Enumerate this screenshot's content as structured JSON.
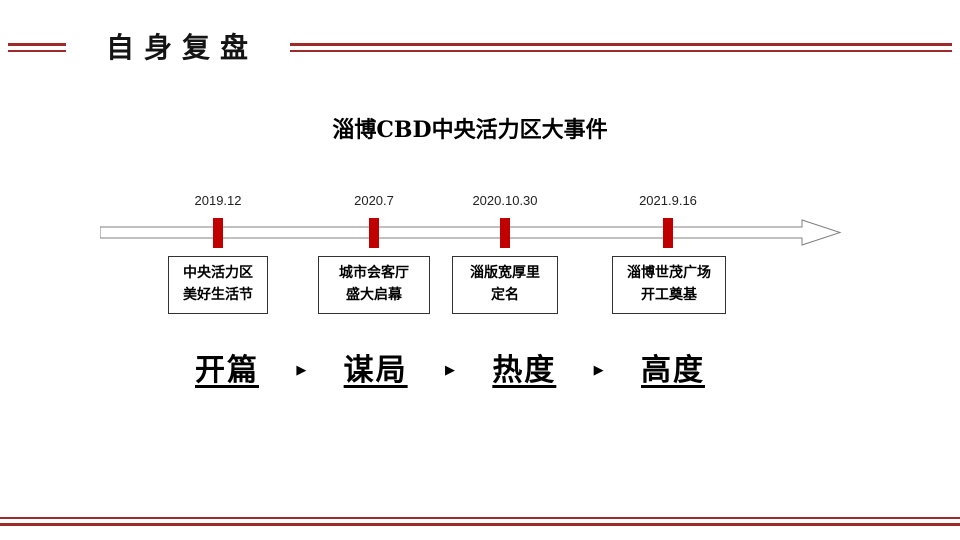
{
  "header": {
    "title": "自身复盘"
  },
  "timeline": {
    "title": "淄博CBD中央活力区大事件",
    "events": [
      {
        "date": "2019.12",
        "line1": "中央活力区",
        "line2": "美好生活节"
      },
      {
        "date": "2020.7",
        "line1": "城市会客厅",
        "line2": "盛大启幕"
      },
      {
        "date": "2020.10.30",
        "line1": "淄版宽厚里",
        "line2": "定名"
      },
      {
        "date": "2021.9.16",
        "line1": "淄博世茂广场",
        "line2": "开工奠基"
      }
    ]
  },
  "phases": {
    "items": [
      "开篇",
      "谋局",
      "热度",
      "高度"
    ],
    "separator": "▶"
  },
  "colors": {
    "tick_red": "#c00000",
    "rule_red": "#9e2a2b"
  }
}
